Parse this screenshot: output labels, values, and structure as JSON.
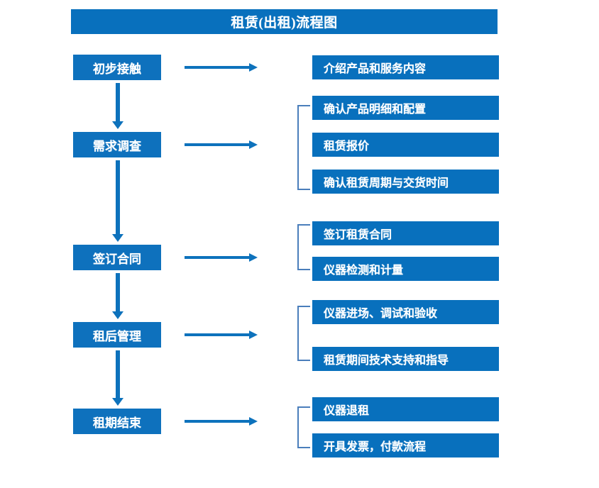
{
  "title": "租赁(出租)流程图",
  "colors": {
    "box_blue": "#0870bd",
    "stage_blue": "#0e71bd",
    "arrow_blue": "#0d72bc",
    "bracket_blue": "#4a7ebb",
    "text_white": "#ffffff",
    "background": "#ffffff"
  },
  "stages": [
    {
      "label": "初步接触"
    },
    {
      "label": "需求调查"
    },
    {
      "label": "签订合同"
    },
    {
      "label": "租后管理"
    },
    {
      "label": "租期结束"
    }
  ],
  "details": [
    {
      "label": "介绍产品和服务内容"
    },
    {
      "label": "确认产品明细和配置"
    },
    {
      "label": "租赁报价"
    },
    {
      "label": "确认租赁周期与交货时间"
    },
    {
      "label": "签订租赁合同"
    },
    {
      "label": "仪器检测和计量"
    },
    {
      "label": "仪器进场、调试和验收"
    },
    {
      "label": "租赁期间技术支持和指导"
    },
    {
      "label": "仪器退租"
    },
    {
      "label": "开具发票，付款流程"
    }
  ],
  "groups": [
    {
      "stage": "初步接触",
      "details": [
        "介绍产品和服务内容"
      ],
      "bracketed": false
    },
    {
      "stage": "需求调查",
      "details": [
        "确认产品明细和配置",
        "租赁报价",
        "确认租赁周期与交货时间"
      ],
      "bracketed": true
    },
    {
      "stage": "签订合同",
      "details": [
        "签订租赁合同",
        "仪器检测和计量"
      ],
      "bracketed": true
    },
    {
      "stage": "租后管理",
      "details": [
        "仪器进场、调试和验收",
        "租赁期间技术支持和指导"
      ],
      "bracketed": true
    },
    {
      "stage": "租期结束",
      "details": [
        "仪器退租",
        "开具发票，付款流程"
      ],
      "bracketed": true
    }
  ],
  "connectors": {
    "horizontal_arrow_count": 5,
    "vertical_arrow_count": 4,
    "bracket_count": 4
  }
}
